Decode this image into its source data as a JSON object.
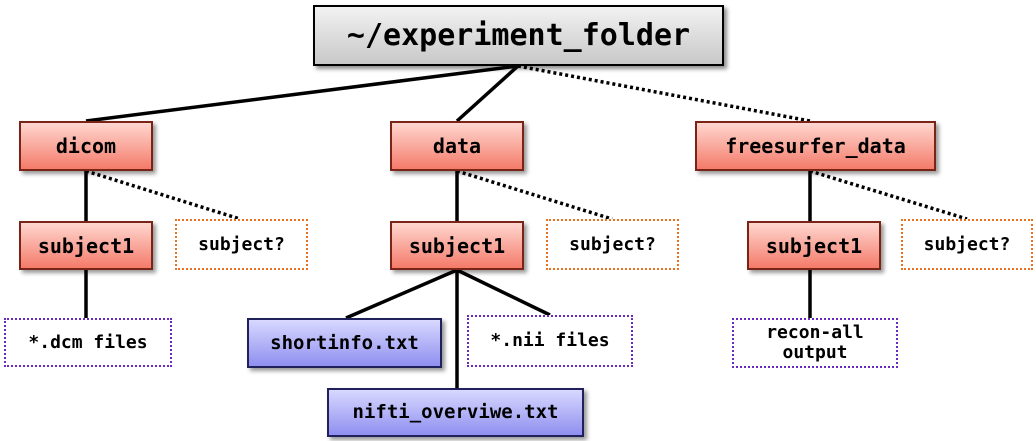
{
  "root": {
    "label": "~/experiment_folder"
  },
  "folders": {
    "dicom": "dicom",
    "data": "data",
    "freesurfer": "freesurfer_data"
  },
  "dicom_branch": {
    "subject": "subject1",
    "placeholder": "subject?",
    "files": "*.dcm files"
  },
  "data_branch": {
    "subject": "subject1",
    "placeholder": "subject?",
    "shortinfo": "shortinfo.txt",
    "nii_files": "*.nii files",
    "overview": "nifti_overviwe.txt"
  },
  "freesurfer_branch": {
    "subject": "subject1",
    "placeholder": "subject?",
    "output_line1": "recon-all",
    "output_line2": "output"
  },
  "colors": {
    "folder_fill": "#f47b6a",
    "placeholder_border": "#e8701f",
    "textfile_fill": "#8f8ff0",
    "output_border": "#6a2ac0",
    "root_fill": "#d0d0d0"
  }
}
